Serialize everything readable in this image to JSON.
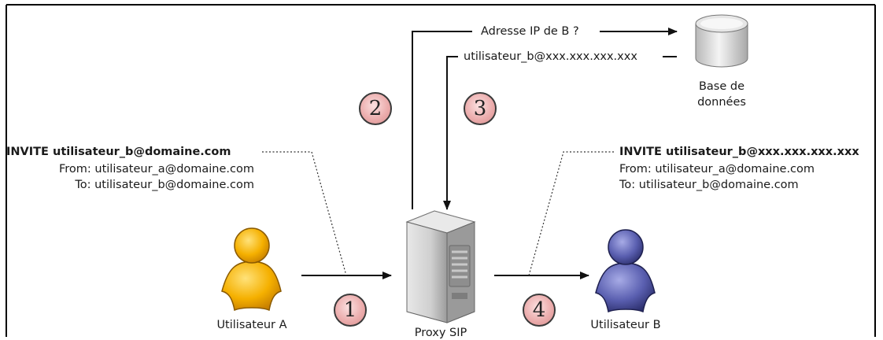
{
  "labels": {
    "query": "Adresse IP de B ?",
    "response": "utilisateur_b@xxx.xxx.xxx.xxx",
    "database": [
      "Base de",
      "données"
    ],
    "user_a": "Utilisateur A",
    "user_b": "Utilisateur B",
    "proxy": "Proxy SIP"
  },
  "message_a": {
    "invite": "INVITE utilisateur_b@domaine.com",
    "from": "From: utilisateur_a@domaine.com",
    "to": "To: utilisateur_b@domaine.com"
  },
  "message_b": {
    "invite": "INVITE utilisateur_b@xxx.xxx.xxx.xxx",
    "from": "From: utilisateur_a@domaine.com",
    "to": "To: utilisateur_b@domaine.com"
  },
  "steps": [
    "1",
    "2",
    "3",
    "4"
  ],
  "colors": {
    "user_a": "#f5a800",
    "user_b": "#4a4e9a",
    "badge": "#ecaeae",
    "border": "#000000"
  }
}
